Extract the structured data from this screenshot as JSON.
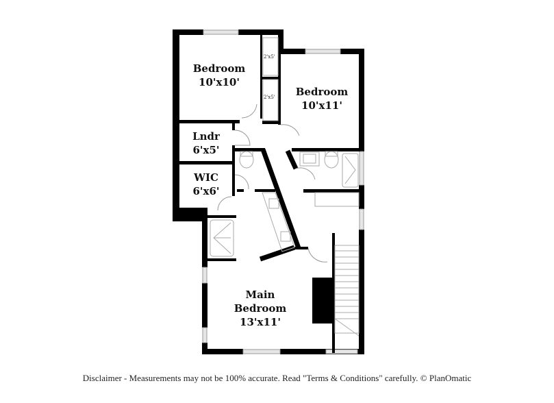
{
  "floor_plan": {
    "rooms": [
      {
        "id": "bedroom-1",
        "name": "Bedroom",
        "size": "10'x10'"
      },
      {
        "id": "bedroom-2",
        "name": "Bedroom",
        "size": "10'x11'"
      },
      {
        "id": "laundry",
        "name": "Lndr",
        "size": "6'x5'"
      },
      {
        "id": "wic",
        "name": "WIC",
        "size": "6'x6'"
      },
      {
        "id": "main-bedroom",
        "name": "Main\nBedroom",
        "name_line1": "Main",
        "name_line2": "Bedroom",
        "size": "13'x11'"
      }
    ],
    "closets": [
      {
        "id": "closet-1",
        "size": "2'x5'"
      },
      {
        "id": "closet-2",
        "size": "2'x5'"
      }
    ],
    "colors": {
      "walls": "#000000",
      "fixtures": "#aaaaaa",
      "windows": "#e6e6e6",
      "background": "#ffffff"
    }
  },
  "footer": {
    "disclaimer": "Disclaimer - Measurements may not be 100% accurate. Read \"Terms & Conditions\" carefully. © PlanOmatic"
  }
}
